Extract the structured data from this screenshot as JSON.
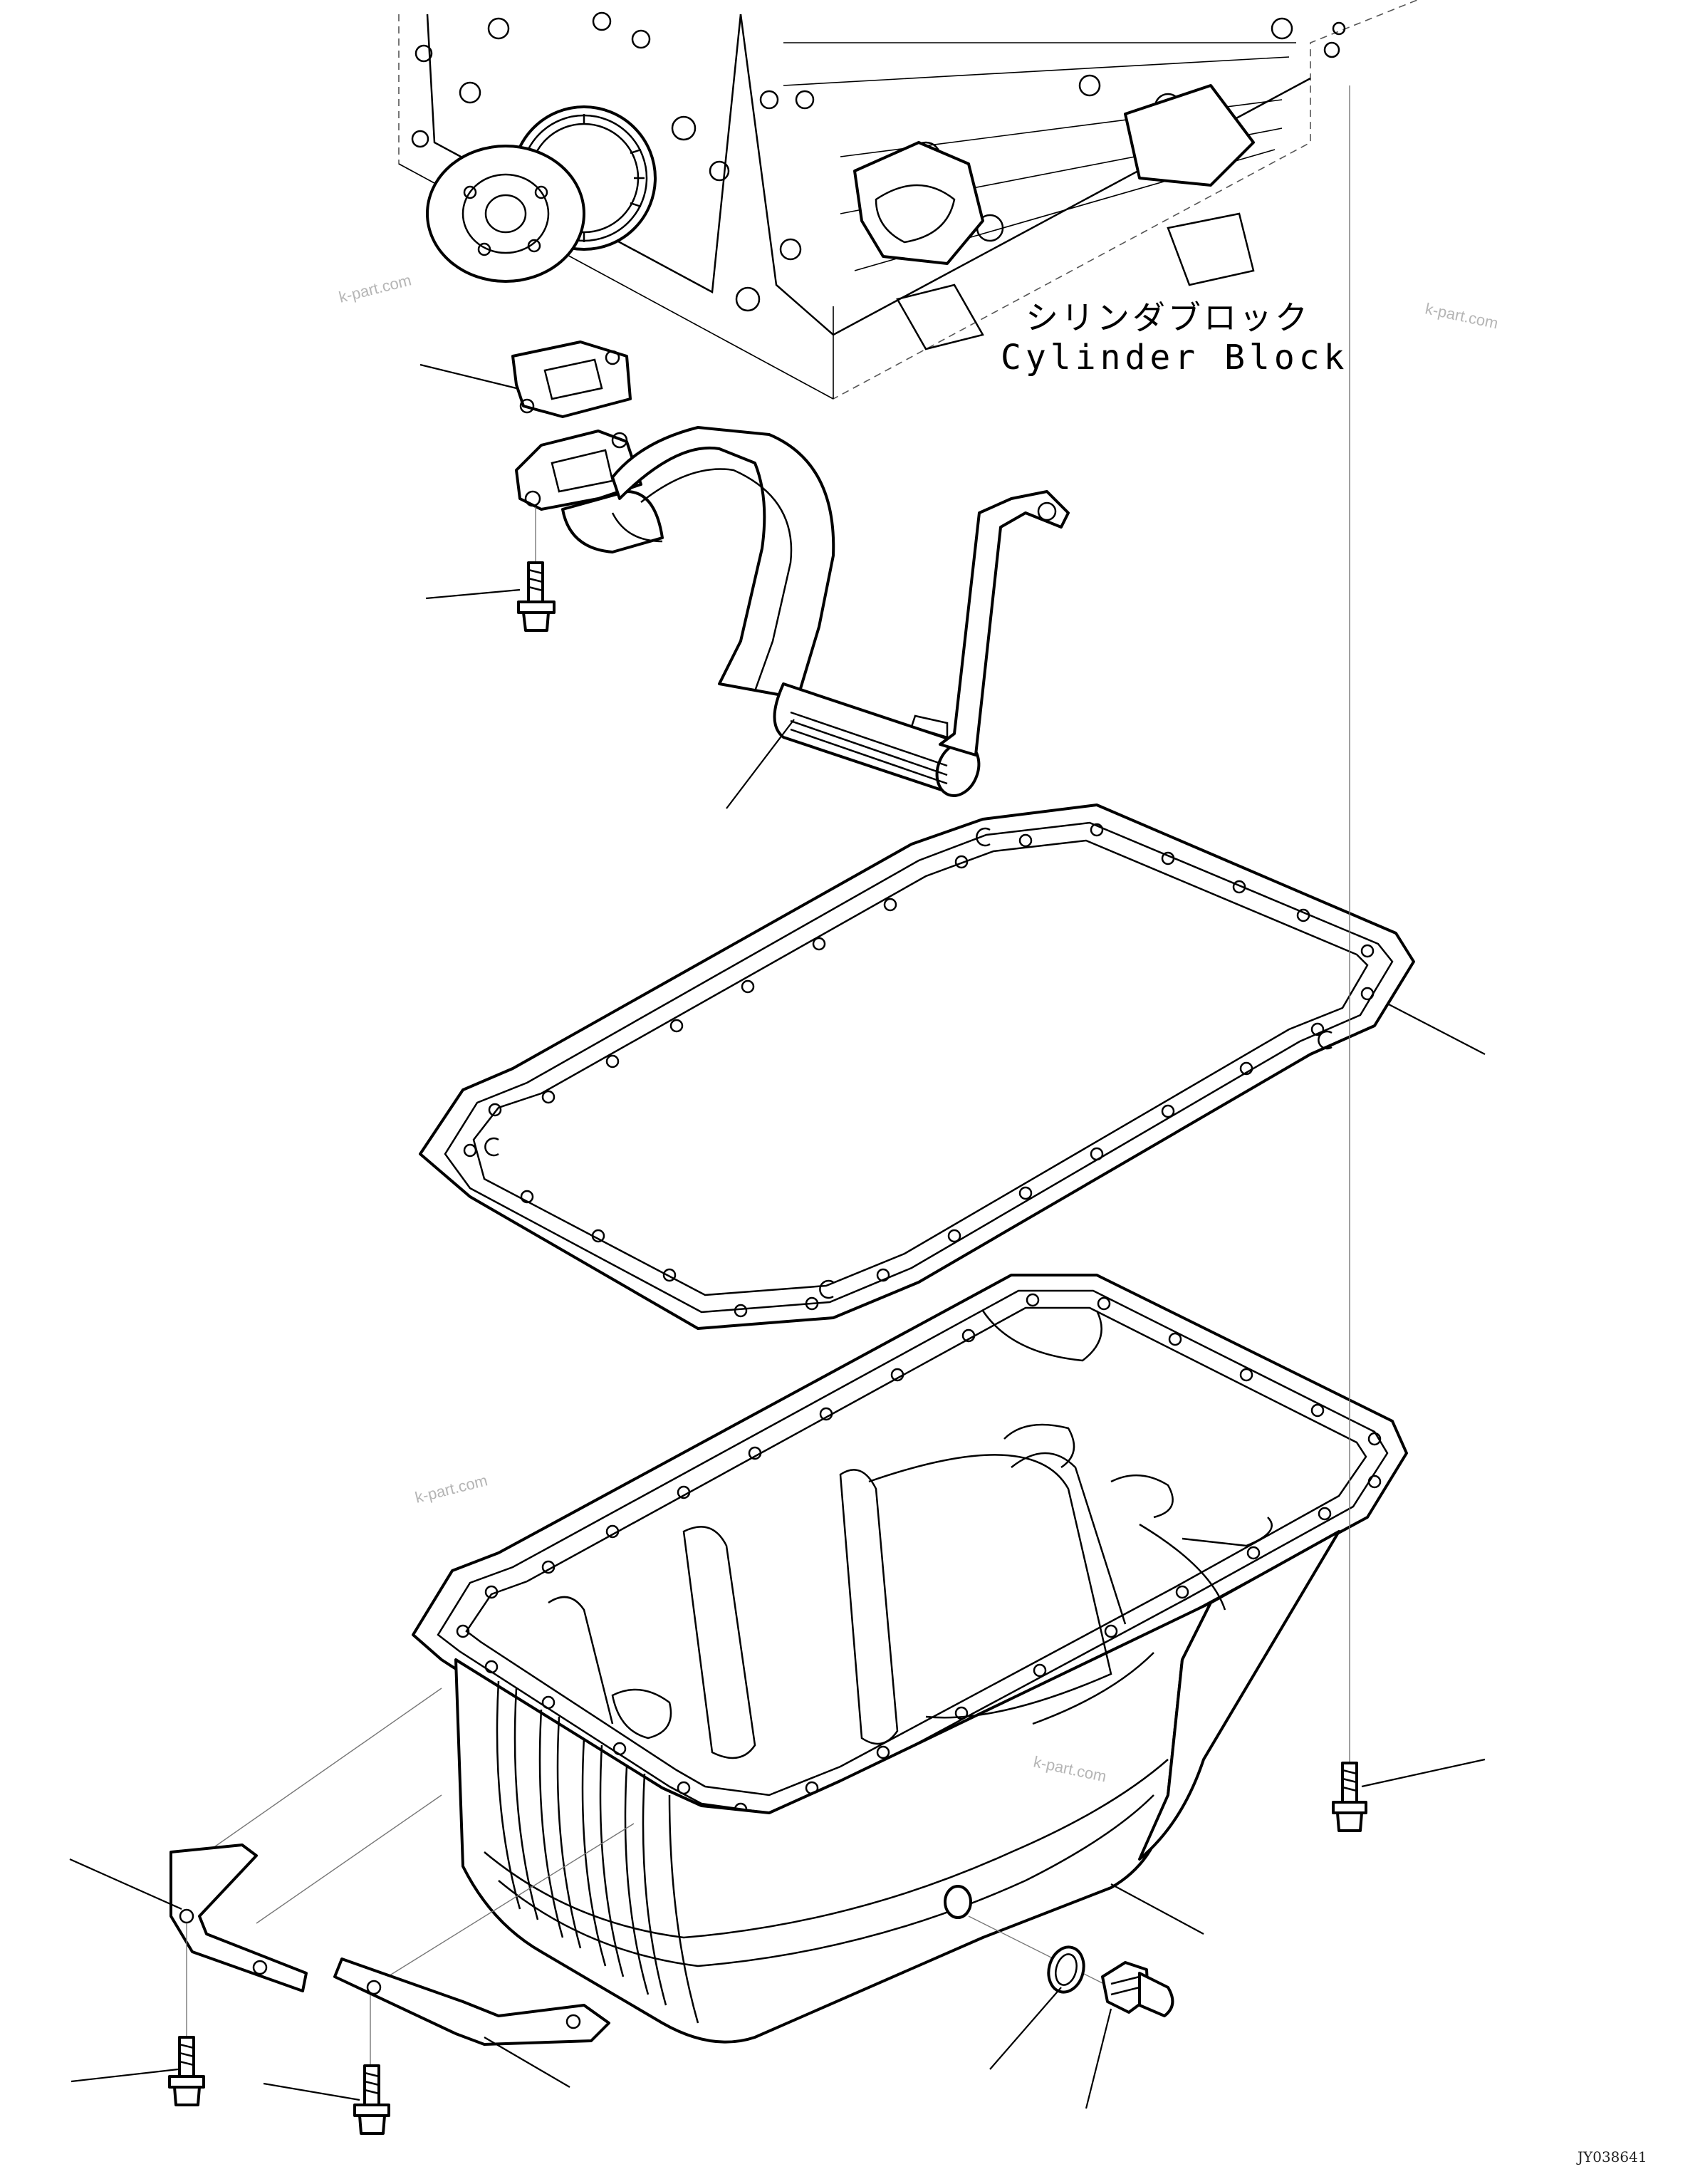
{
  "labels": {
    "cylinder_block_jp": "シリンダブロック",
    "cylinder_block_en": "Cylinder Block"
  },
  "watermarks": [
    "k-part.com",
    "k-part.com",
    "k-part.com",
    "k-part.com"
  ],
  "drawing_code": "JY038641",
  "colors": {
    "line": "#000000",
    "watermark": "#b5b5b5",
    "background": "#ffffff"
  }
}
